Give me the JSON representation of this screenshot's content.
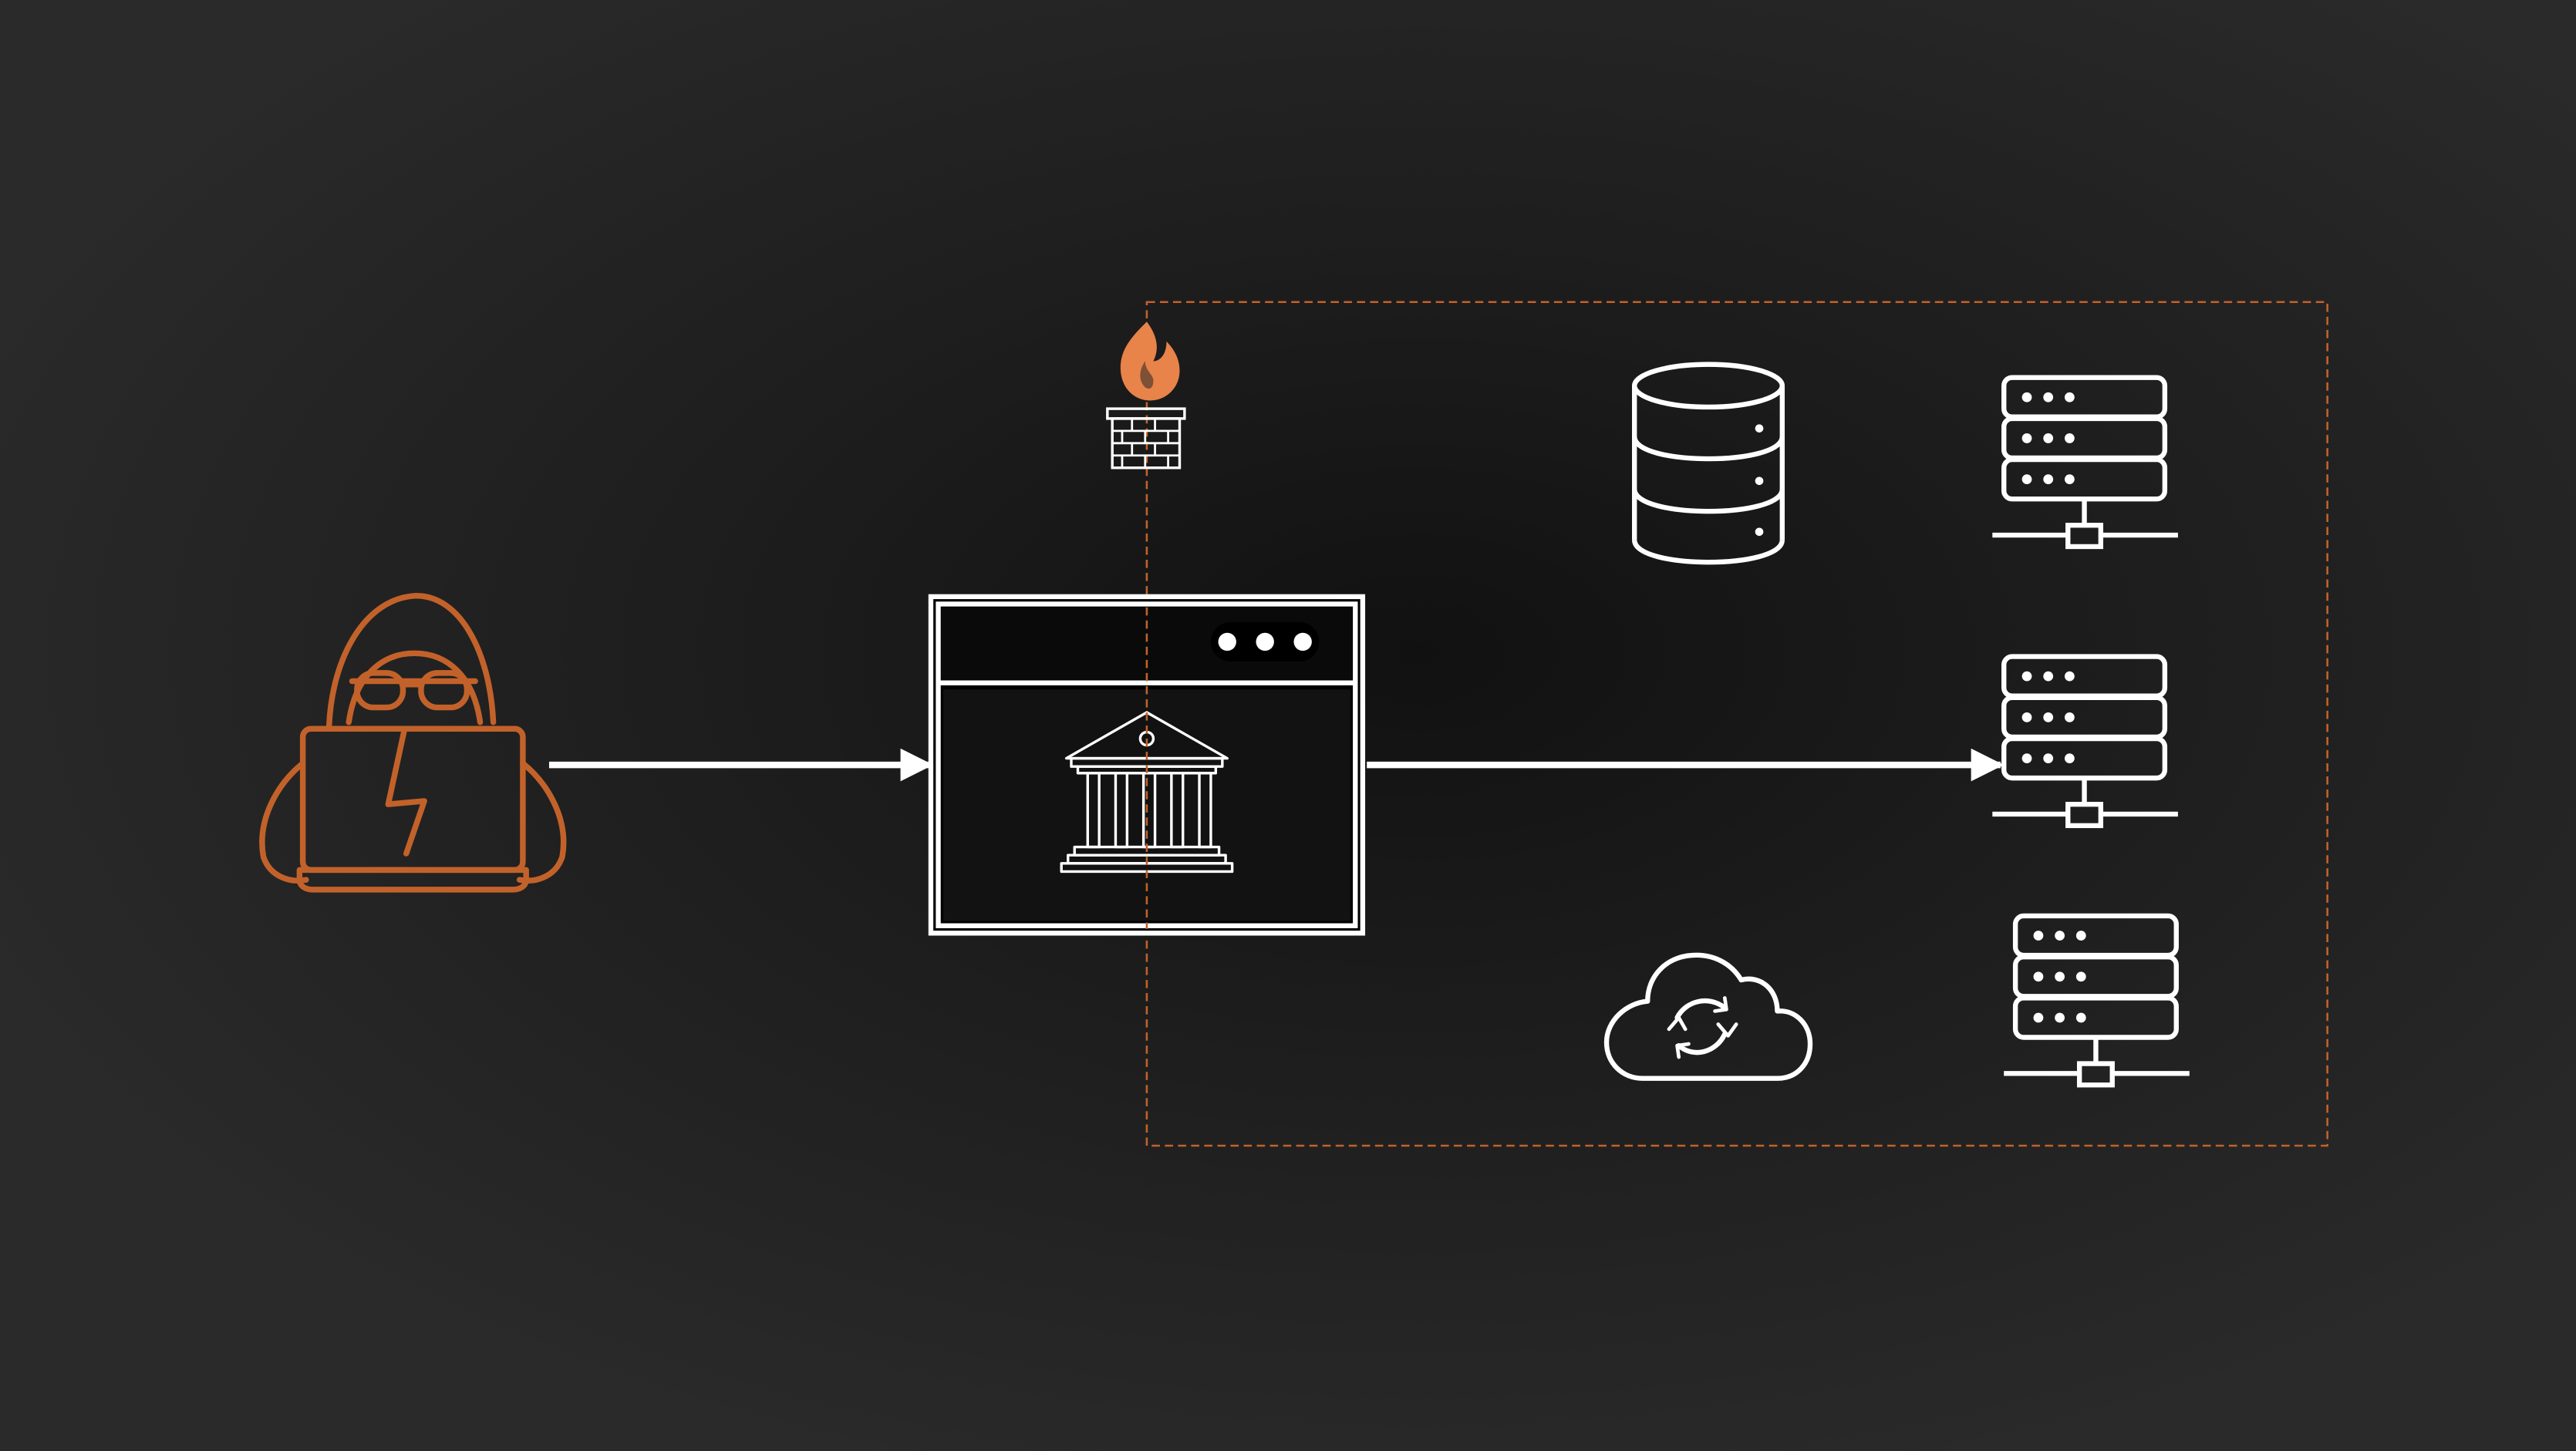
{
  "diagram": {
    "colors": {
      "background": "#262626",
      "accent": "#c2622a",
      "flame": "#e8834a",
      "stroke": "#ffffff",
      "window_fill": "#121212"
    },
    "nodes": [
      {
        "id": "attacker",
        "icon": "hacker-with-laptop-icon"
      },
      {
        "id": "firewall",
        "icon": "firewall-icon"
      },
      {
        "id": "bank-web-app",
        "icon": "browser-window-bank-icon"
      },
      {
        "id": "database",
        "icon": "database-icon"
      },
      {
        "id": "server-1",
        "icon": "server-icon"
      },
      {
        "id": "server-2",
        "icon": "server-icon"
      },
      {
        "id": "server-3",
        "icon": "server-icon"
      },
      {
        "id": "cloud-sync",
        "icon": "cloud-sync-icon"
      }
    ],
    "edges": [
      {
        "from": "attacker",
        "to": "bank-web-app"
      },
      {
        "from": "bank-web-app",
        "to": "server-2"
      }
    ],
    "boundary": {
      "style": "dashed",
      "contains": [
        "database",
        "server-1",
        "server-2",
        "server-3",
        "cloud-sync"
      ]
    }
  }
}
